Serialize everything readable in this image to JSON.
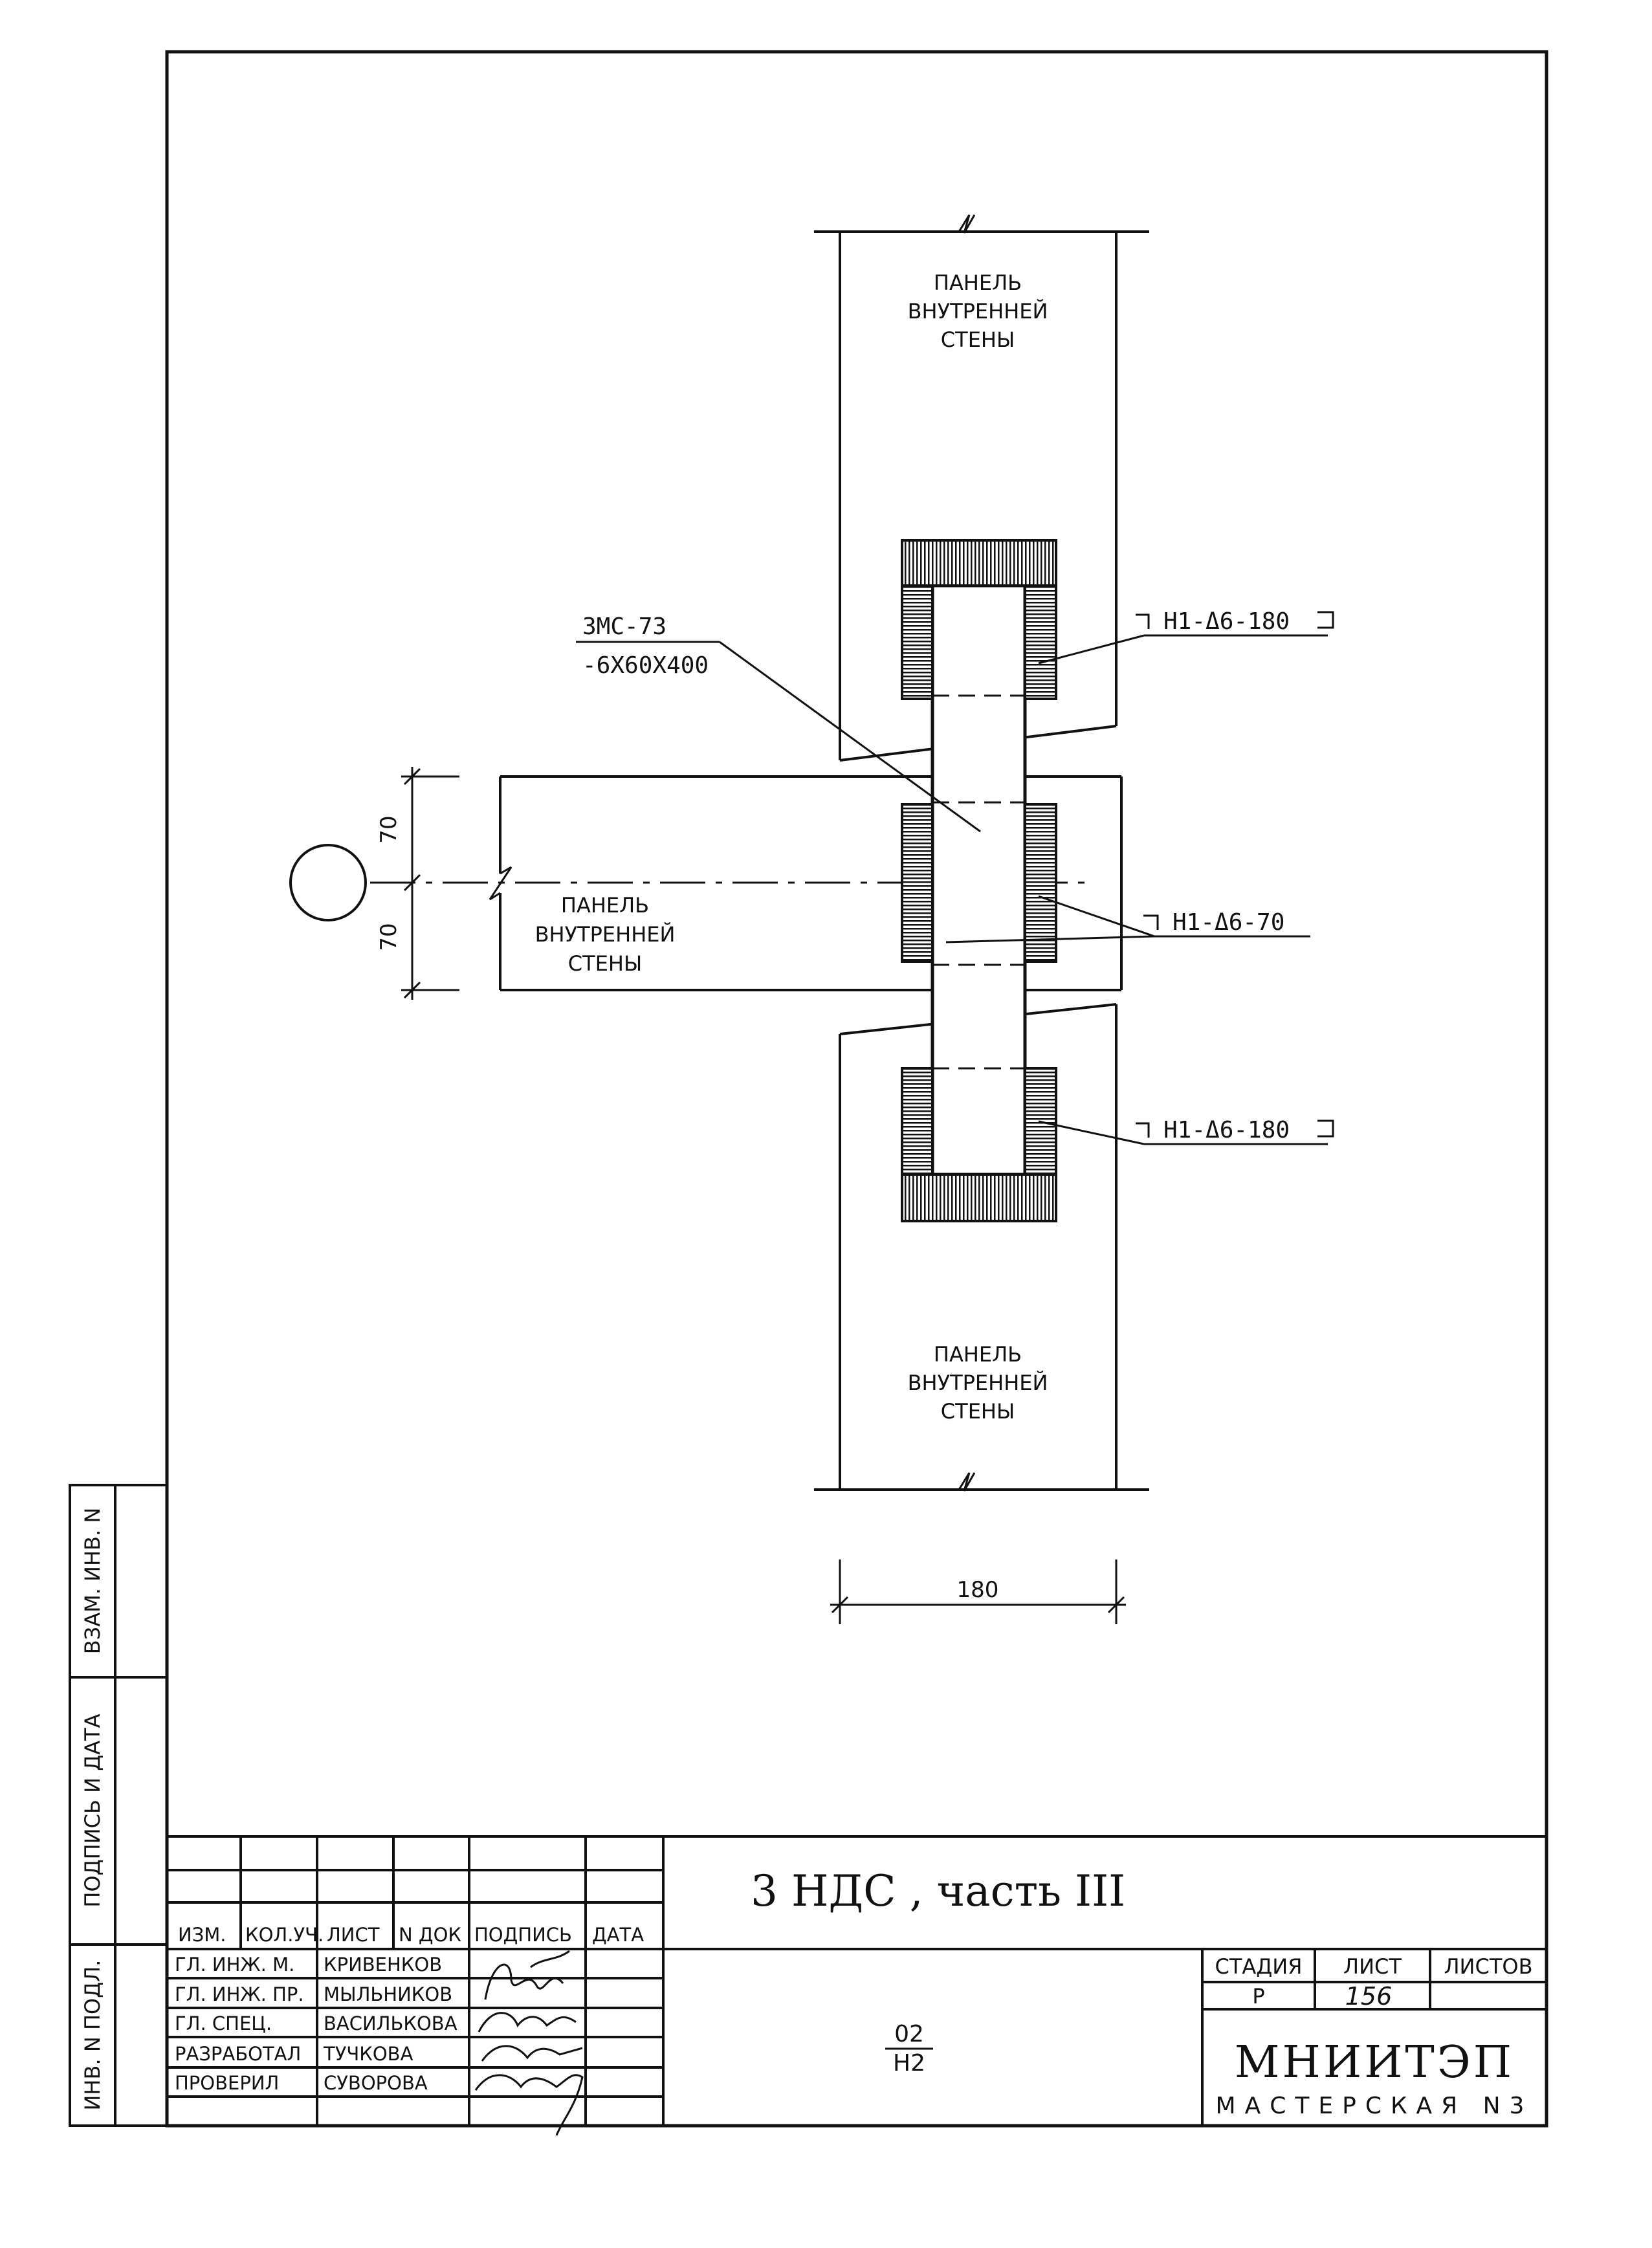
{
  "drawing": {
    "panel_top": [
      "ПАНЕЛЬ",
      "ВНУТРЕННЕЙ",
      "СТЕНЫ"
    ],
    "panel_left": [
      "ПАНЕЛЬ",
      "ВНУТРЕННЕЙ",
      "СТЕНЫ"
    ],
    "panel_bottom": [
      "ПАНЕЛЬ",
      "ВНУТРЕННЕЙ",
      "СТЕНЫ"
    ],
    "plate_mark": "ЗМС-73",
    "plate_size": "-6X60X400",
    "weld_top": "Н1-Δ6-180",
    "weld_mid": "Н1-Δ6-70",
    "weld_bottom": "Н1-Δ6-180",
    "dim_upper": "70",
    "dim_lower": "70",
    "dim_width": "180"
  },
  "side_stamp": {
    "inv_podl": "ИНВ. N ПОДЛ.",
    "podpis_data": "ПОДПИСЬ И ДАТА",
    "vzam_inv": "ВЗАМ. ИНВ. N"
  },
  "title_block": {
    "headers": [
      "ИЗМ.",
      "КОЛ.УЧ.",
      "ЛИСТ",
      "N ДОК",
      "ПОДПИСЬ",
      "ДАТА"
    ],
    "signers": [
      {
        "role": "ГЛ. ИНЖ. М.",
        "name": "КРИВЕНКОВ"
      },
      {
        "role": "ГЛ. ИНЖ. ПР.",
        "name": "МЫЛЬНИКОВ"
      },
      {
        "role": "ГЛ. СПЕЦ.",
        "name": "ВАСИЛЬКОВА"
      },
      {
        "role": "РАЗРАБОТАЛ",
        "name": "ТУЧКОВА"
      },
      {
        "role": "ПРОВЕРИЛ",
        "name": "СУВОРОВА"
      }
    ],
    "signatures": [
      "Кри",
      "Мыл",
      "Вася",
      "Тучк",
      "Сув"
    ],
    "project_title": "3 НДС , часть III",
    "code_top": "02",
    "code_bottom": "Н2",
    "stage_label": "СТАДИЯ",
    "sheet_label": "ЛИСТ",
    "sheets_label": "ЛИСТОВ",
    "stage_value": "Р",
    "sheet_value": "156",
    "sheets_value": "",
    "org_name": "МНИИТЭП",
    "workshop": "МАСТЕРСКАЯ N3"
  }
}
